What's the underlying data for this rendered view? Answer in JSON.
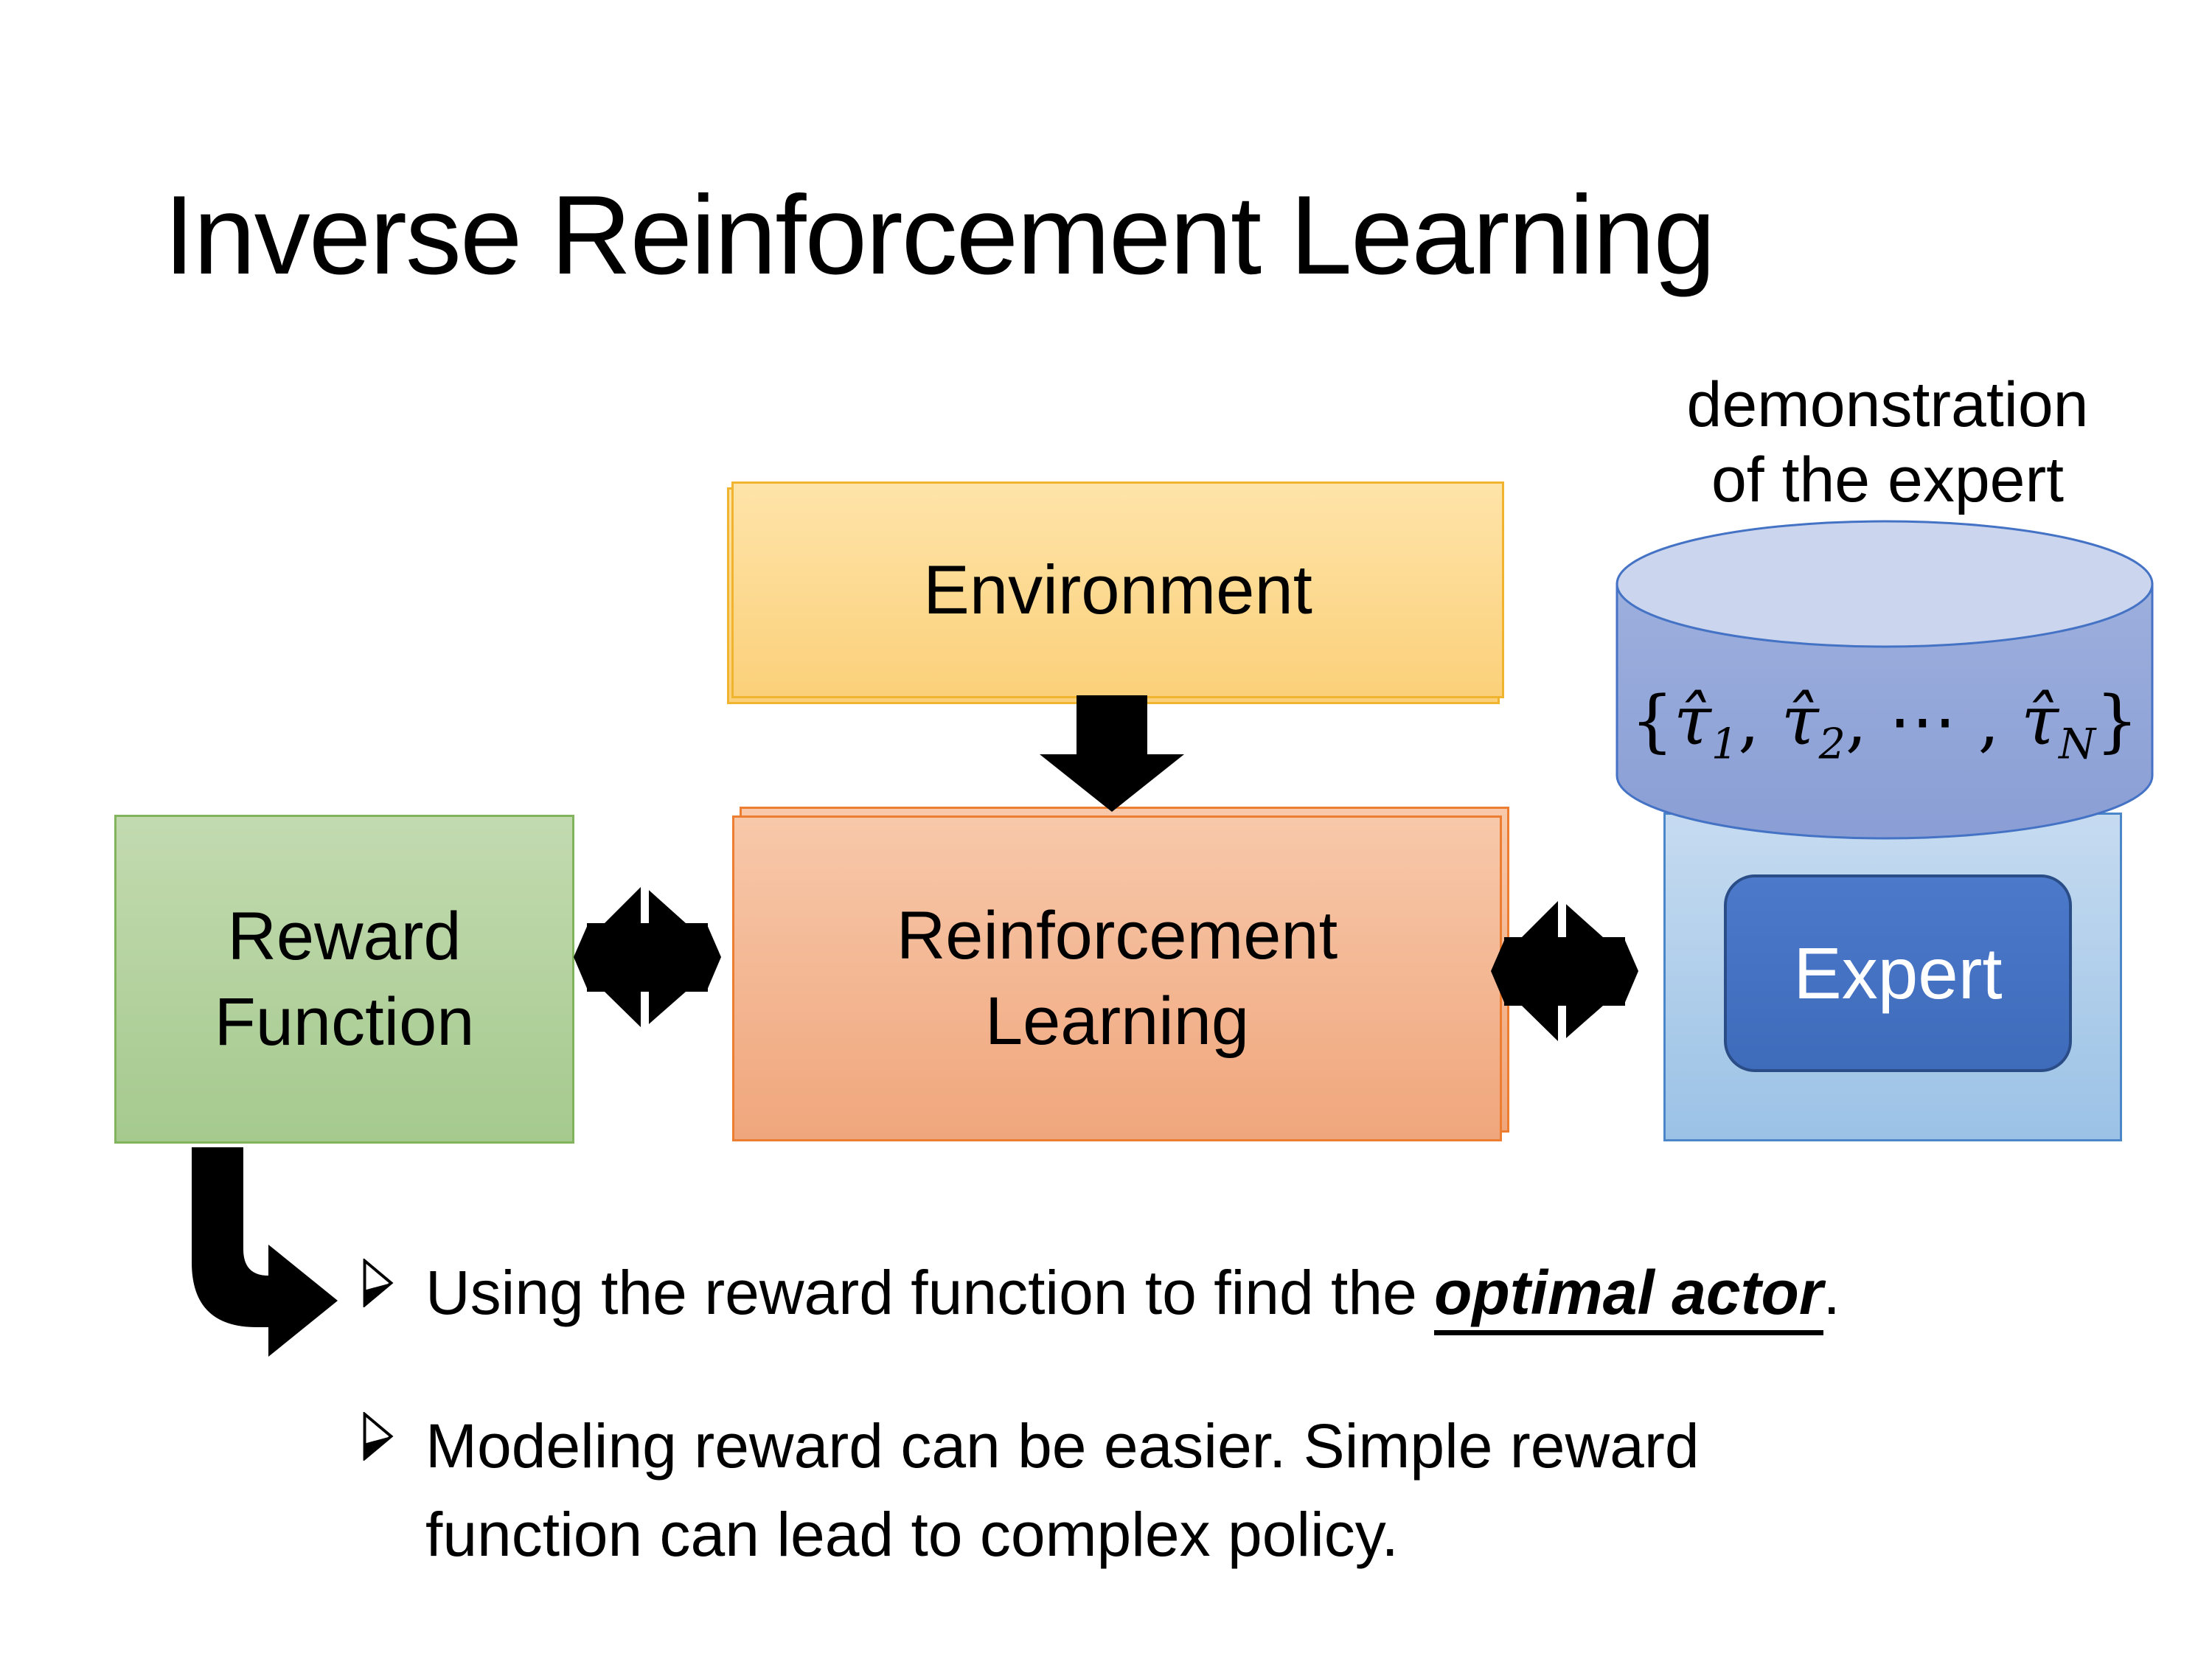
{
  "title": "Inverse Reinforcement Learning",
  "demo_label": {
    "line1": "demonstration",
    "line2": "of the expert"
  },
  "boxes": {
    "environment": {
      "label": "Environment",
      "fill_top": "#FEE4A9",
      "fill_bottom": "#FBD07A",
      "border": "#F0B42F"
    },
    "reward": {
      "line1": "Reward",
      "line2": "Function",
      "fill_top": "#C3DAB0",
      "fill_bottom": "#A5CA8E",
      "border": "#82B45E"
    },
    "rl": {
      "line1": "Reinforcement",
      "line2": "Learning",
      "fill_top": "#F7C8AA",
      "fill_bottom": "#F0A67C",
      "border": "#ED7D31"
    },
    "expert_panel": {
      "fill_top": "#C6DBF0",
      "fill_bottom": "#9BC2E6",
      "border": "#4A86C8"
    },
    "expert": {
      "label": "Expert",
      "fill": "#4472C4",
      "border": "#2B4D87",
      "text_color": "#FFFFFF"
    }
  },
  "cylinder": {
    "fill_top_ellipse": "#CBD5EE",
    "fill_body": "#93A7D8",
    "border": "#4472C4",
    "formula": {
      "open": "{",
      "tau1": "τ̂",
      "sub1": "1",
      "sep1": ", ",
      "tau2": "τ̂",
      "sub2": "2",
      "sep2": ", ",
      "dots": "⋯",
      "sep3": " , ",
      "tauN": "τ̂",
      "subN": "N",
      "close": "}"
    }
  },
  "bullets": {
    "b1": {
      "lead": "Using the reward function to find the ",
      "emph": "optimal actor",
      "tail": "."
    },
    "b2": {
      "line1": "Modeling reward can be easier. Simple reward",
      "line2": "function can lead to complex policy."
    }
  },
  "arrow_color": "#000000"
}
